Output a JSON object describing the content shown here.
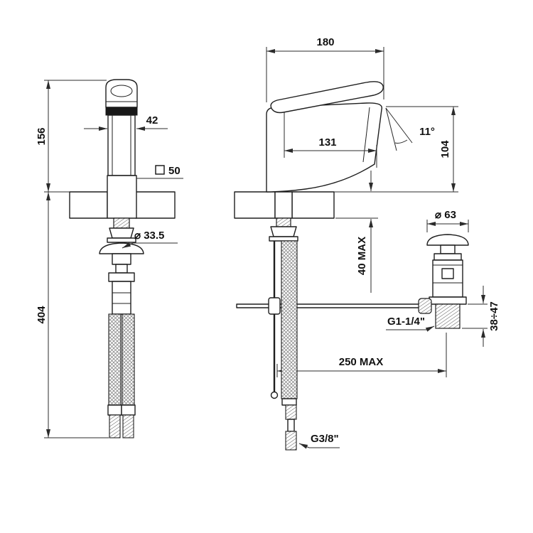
{
  "drawing": {
    "kind": "faucet-technical-drawing",
    "background": "#ffffff",
    "line_color": "#1e1e1e"
  },
  "side_view": {
    "dims": {
      "height_above_deck": "156",
      "spout_width": "42",
      "base_square": "50",
      "shank_diameter": "⌀ 33.5",
      "hose_length": "404"
    }
  },
  "front_view": {
    "dims": {
      "overall_width": "180",
      "spout_reach": "131",
      "spout_angle": "11°",
      "spout_height": "104",
      "deck_thickness_max": "40 MAX",
      "waste_cap_diameter": "⌀ 63",
      "waste_height_range": "38÷47",
      "waste_thread": "G1-1/4\"",
      "rod_reach_max": "250 MAX",
      "inlet_thread": "G3/8\""
    }
  }
}
